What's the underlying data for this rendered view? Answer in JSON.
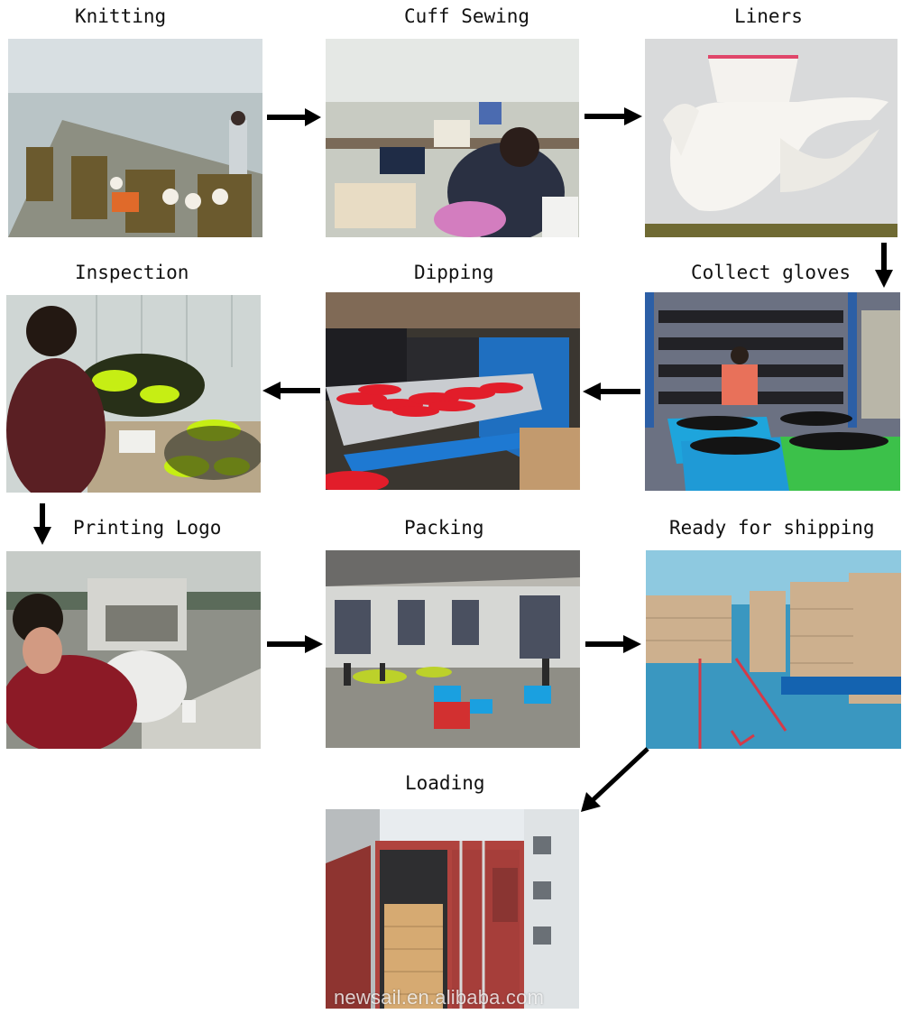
{
  "steps": {
    "knitting": {
      "label": "Knitting"
    },
    "cuff_sewing": {
      "label": "Cuff Sewing"
    },
    "liners": {
      "label": "Liners"
    },
    "collect_gloves": {
      "label": "Collect gloves"
    },
    "dipping": {
      "label": "Dipping"
    },
    "inspection": {
      "label": "Inspection"
    },
    "printing_logo": {
      "label": "Printing Logo"
    },
    "packing": {
      "label": "Packing"
    },
    "ready_shipping": {
      "label": "Ready for shipping"
    },
    "loading": {
      "label": "Loading"
    }
  },
  "watermark": "newsail.en.alibaba.com",
  "colors": {
    "arrow": "#000000",
    "factory_floor": "#9a9a8c",
    "glove_red": "#e01a24",
    "glove_yellow": "#d9f21a",
    "crate_blue": "#1aa0e0",
    "container_red": "#a83a36"
  }
}
